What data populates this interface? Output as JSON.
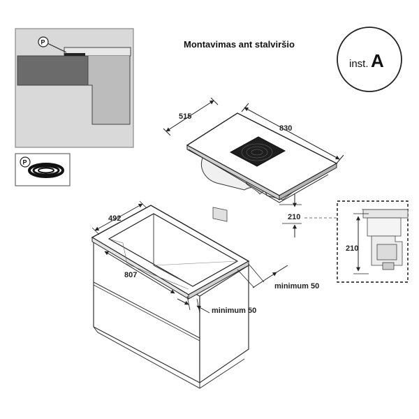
{
  "title": "Montavimas ant stalviršio",
  "badge": {
    "prefix": "inst.",
    "letter": "A"
  },
  "seal_marker": "P",
  "dimensions": {
    "hob_depth": "515",
    "hob_width": "830",
    "install_depth": "210",
    "detail_depth": "210",
    "cutout_depth": "492",
    "cutout_width": "807",
    "min_right": "minimum 50",
    "min_front": "minimum 50"
  },
  "colors": {
    "stroke": "#333333",
    "panel": "#d9d9d9",
    "dark_grey": "#6b6b6b",
    "hob_top": "#1e1e1e"
  }
}
